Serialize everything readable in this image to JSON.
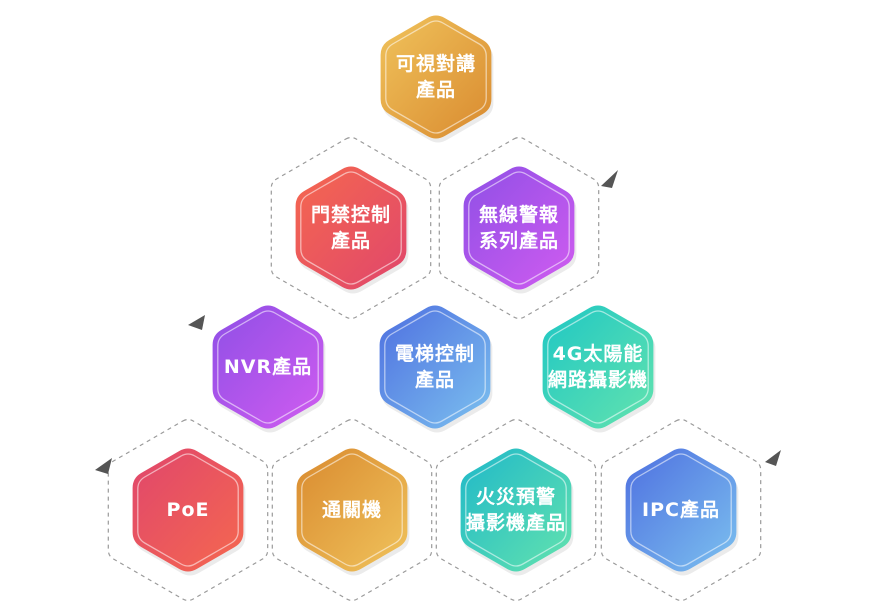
{
  "products": [
    {
      "id": "intercom",
      "lines": [
        "可視對講",
        "產品"
      ],
      "colors": [
        "#f0c35c",
        "#d98a2f"
      ]
    },
    {
      "id": "access-control",
      "lines": [
        "門禁控制",
        "產品"
      ],
      "colors": [
        "#f5684f",
        "#e0466c"
      ]
    },
    {
      "id": "wireless-alarm",
      "lines": [
        "無線警報",
        "系列產品"
      ],
      "colors": [
        "#8e4fe6",
        "#d15cf0"
      ]
    },
    {
      "id": "nvr",
      "lines": [
        "NVR產品"
      ],
      "colors": [
        "#8e4fe6",
        "#d15cf0"
      ]
    },
    {
      "id": "elevator-control",
      "lines": [
        "電梯控制",
        "產品"
      ],
      "colors": [
        "#4e6fe0",
        "#7cc1ef"
      ]
    },
    {
      "id": "solar-camera",
      "lines": [
        "4G太陽能",
        "網路攝影機"
      ],
      "colors": [
        "#1fc7c4",
        "#63e3ae"
      ]
    },
    {
      "id": "poe",
      "lines": [
        "PoE"
      ],
      "colors": [
        "#e0466c",
        "#f5684f"
      ]
    },
    {
      "id": "door-phone",
      "lines": [
        "通關機"
      ],
      "colors": [
        "#d98a2f",
        "#f0c35c"
      ]
    },
    {
      "id": "fire-camera",
      "lines": [
        "火災預警",
        "攝影機產品"
      ],
      "colors": [
        "#1fb8c9",
        "#63e3ae"
      ]
    },
    {
      "id": "ipc",
      "lines": [
        "IPC產品"
      ],
      "colors": [
        "#4e6fe0",
        "#7cc1ef"
      ]
    }
  ]
}
